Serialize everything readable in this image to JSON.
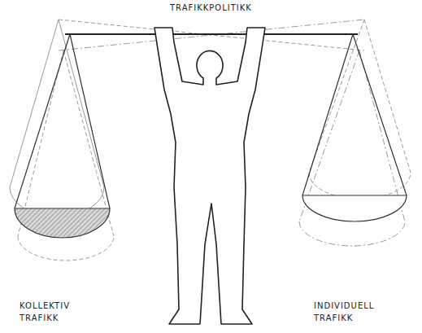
{
  "diagram": {
    "title": "TRAFIKKPOLITIKK",
    "labels": [
      "KOLLEKTIV TRAFIKK",
      "INDIVIDUELL TRAFIKK"
    ]
  }
}
